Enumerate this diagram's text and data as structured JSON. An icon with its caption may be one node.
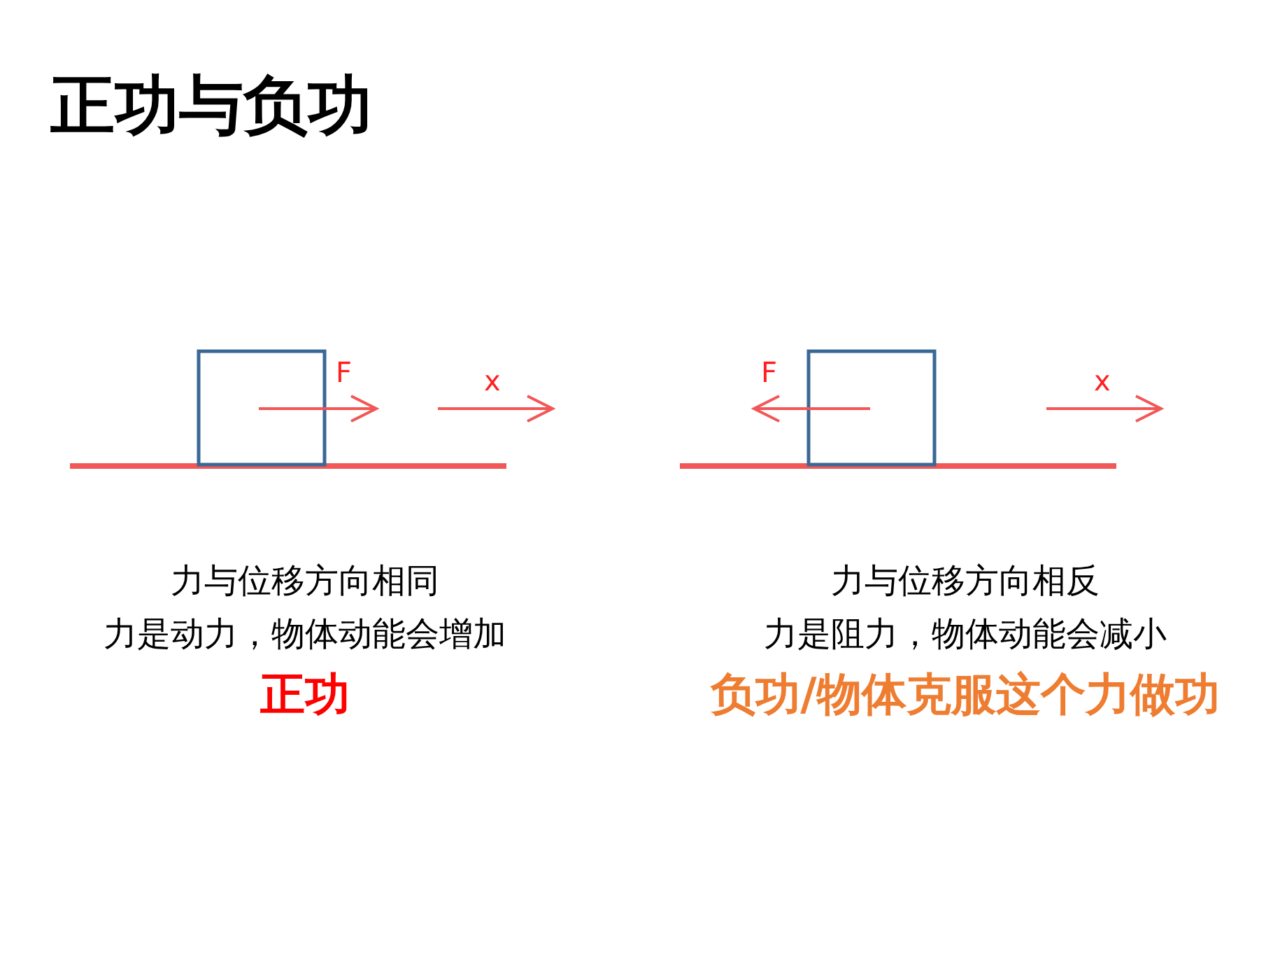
{
  "diagram": {
    "title": "正功与负功",
    "nodes": [
      {
        "text": [],
        "shape": "box"
      },
      {
        "text": [],
        "shape": "box"
      }
    ],
    "labels": [
      "F",
      "x",
      "F",
      "x",
      "力与位移方向相同",
      "力是动力，物体动能会增加",
      "正功",
      "力与位移方向相反",
      "力是阻力，物体动能会减小",
      "负功/物体克服这个力做功"
    ]
  }
}
